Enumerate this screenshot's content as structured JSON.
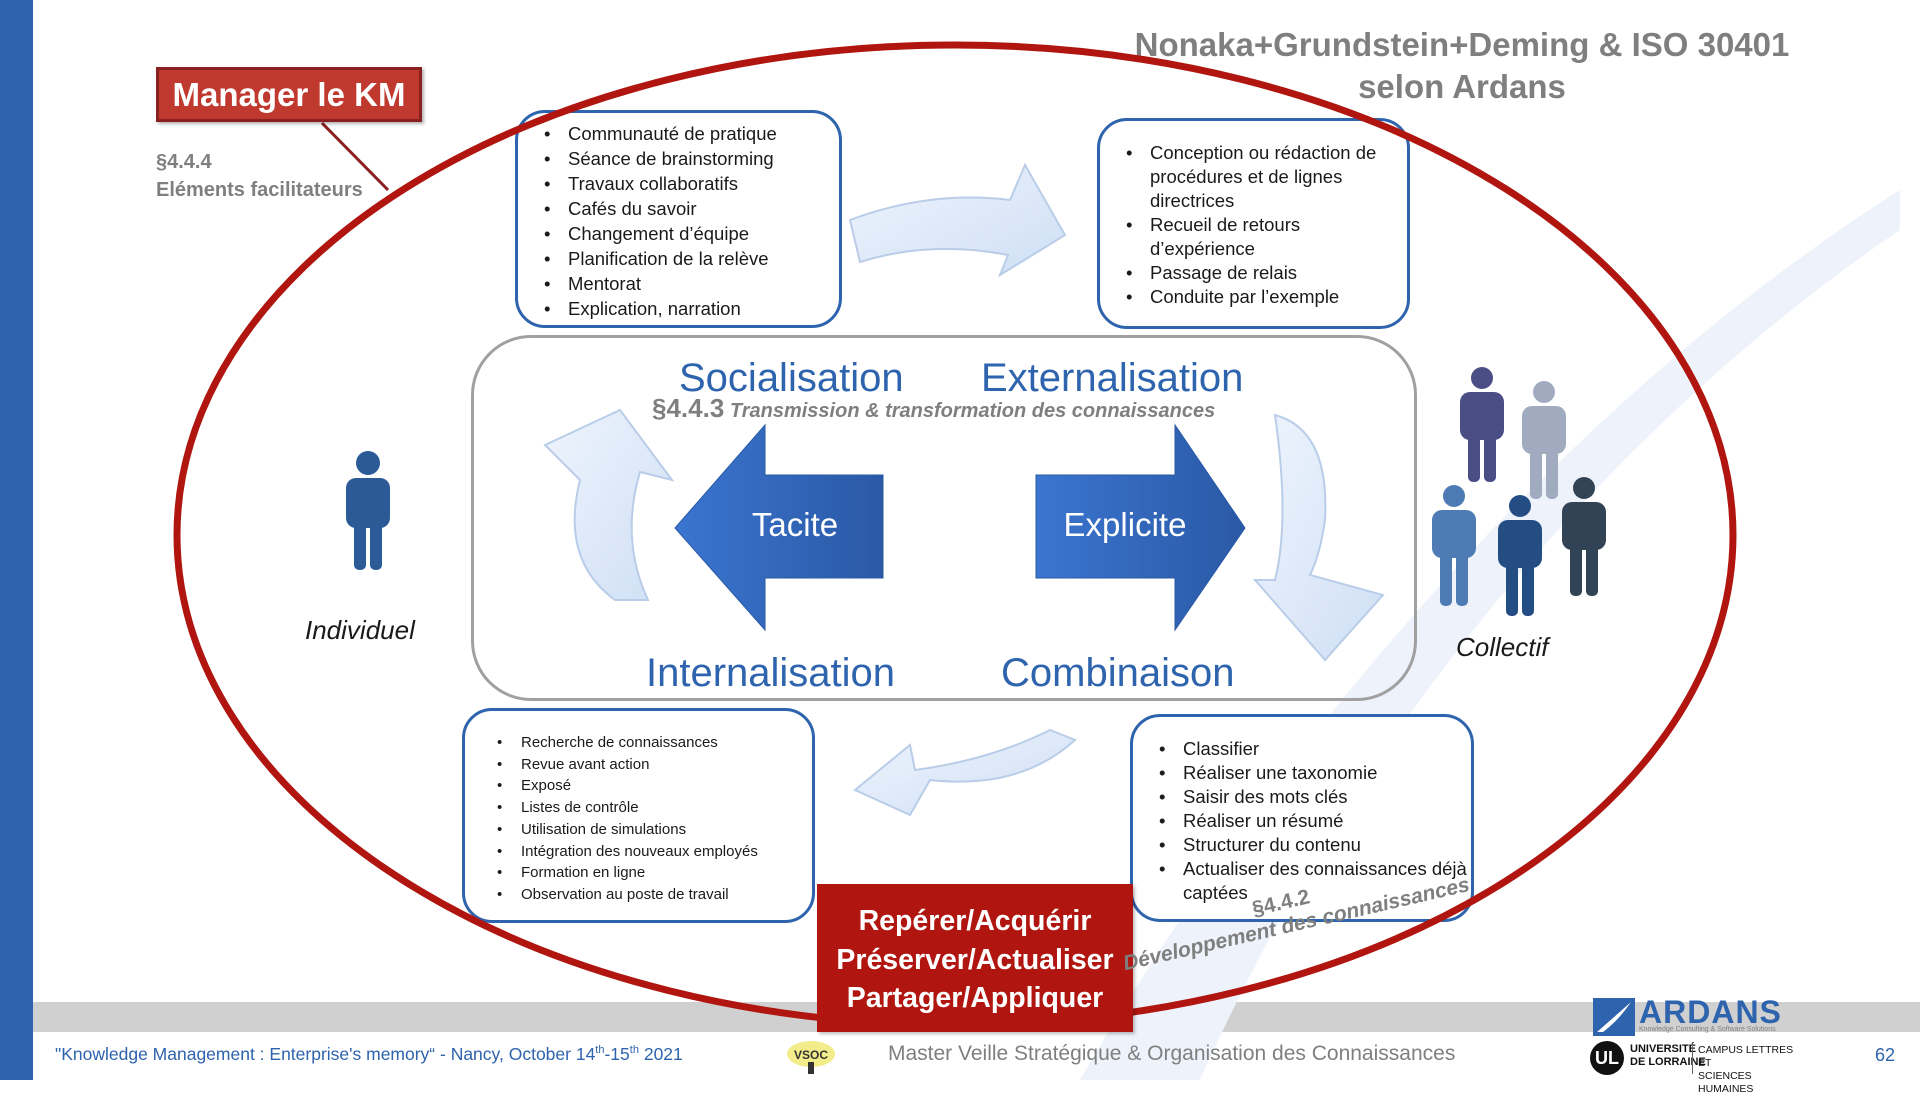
{
  "slide": {
    "title_line1": "Nonaka+Grundstein+Deming & ISO 30401",
    "title_line2": "selon Ardans",
    "page_number": "62"
  },
  "colors": {
    "accent_blue": "#2e63ad",
    "accent_red": "#b0160f",
    "grey_text": "#7f7f7f"
  },
  "manage_km": {
    "label": "Manager le KM",
    "section": "§4.4.4",
    "section_title": "Eléments facilitateurs"
  },
  "center": {
    "section_num": "§4.4.3",
    "section_title": "Transmission & transformation des connaissances",
    "quadrants": {
      "socialisation": "Socialisation",
      "externalisation": "Externalisation",
      "internalisation": "Internalisation",
      "combinaison": "Combinaison"
    },
    "arrows": {
      "tacite": "Tacite",
      "explicite": "Explicite"
    }
  },
  "sides": {
    "individual": "Individuel",
    "collective": "Collectif"
  },
  "boxes": {
    "socialisation": [
      "Communauté de pratique",
      "Séance de brainstorming",
      "Travaux collaboratifs",
      "Cafés du savoir",
      "Changement d’équipe",
      "Planification de la relève",
      "Mentorat",
      "Explication, narration"
    ],
    "externalisation": [
      "Conception ou rédaction de procédures et de lignes directrices",
      "Recueil de retours d’expérience",
      "Passage de relais",
      "Conduite par l’exemple"
    ],
    "internalisation": [
      "Recherche de connaissances",
      "Revue avant action",
      "Exposé",
      "Listes de contrôle",
      "Utilisation de simulations",
      "Intégration des nouveaux employés",
      "Formation en ligne",
      "Observation au poste de travail"
    ],
    "combinaison": [
      "Classifier",
      "Réaliser une taxonomie",
      "Saisir des mots clés",
      "Réaliser un résumé",
      "Structurer du contenu",
      "Actualiser des connaissances déjà captées"
    ]
  },
  "development": {
    "actions": [
      "Repérer/Acquérir",
      "Préserver/Actualiser",
      "Partager/Appliquer"
    ],
    "section": "§4.4.2",
    "section_title": "Développement des connaissances"
  },
  "footer": {
    "event_prefix": "\"Knowledge Management : Enterprise's memory“ - Nancy, October 14",
    "sup1": "th",
    "dash": "-15",
    "sup2": "th",
    "year": " 2021",
    "program": "Master Veille Stratégique & Organisation des Connaissances",
    "vsoc_logo": "VSOC",
    "ardans_name": "ARDANS",
    "ardans_tagline": "Knowledge Consulting & Software Solutions",
    "university_line1": "UNIVERSITÉ",
    "university_line2": "DE LORRAINE",
    "campus_line1": "CAMPUS LETTRES ET",
    "campus_line2": "SCIENCES HUMAINES"
  }
}
